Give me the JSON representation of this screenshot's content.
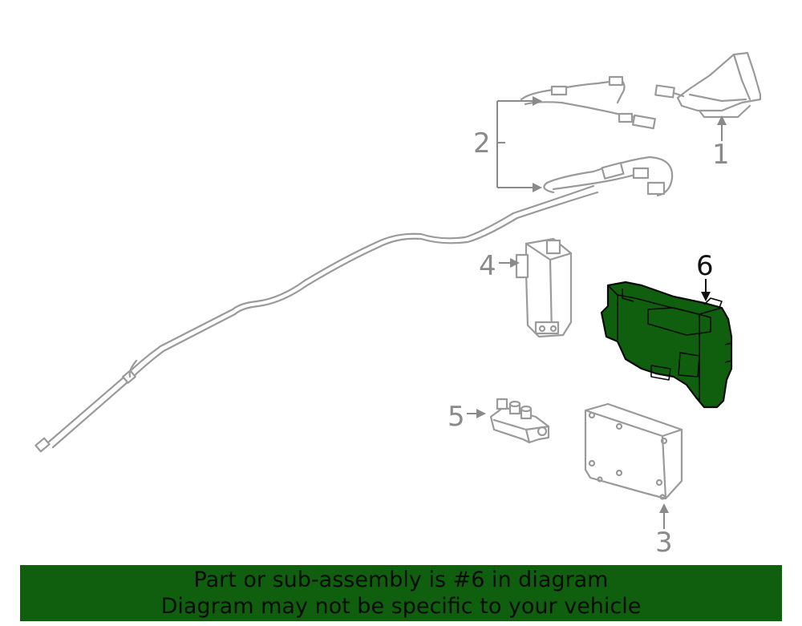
{
  "callouts": {
    "c1": "1",
    "c2": "2",
    "c3": "3",
    "c4": "4",
    "c5": "5",
    "c6": "6"
  },
  "highlight": {
    "part_number": "6",
    "fill_color": "#0f5f0f"
  },
  "banner": {
    "line1": "Part or sub-assembly is #6 in diagram",
    "line2": "Diagram may not be specific to your vehicle",
    "background": "#0f5f0f"
  }
}
